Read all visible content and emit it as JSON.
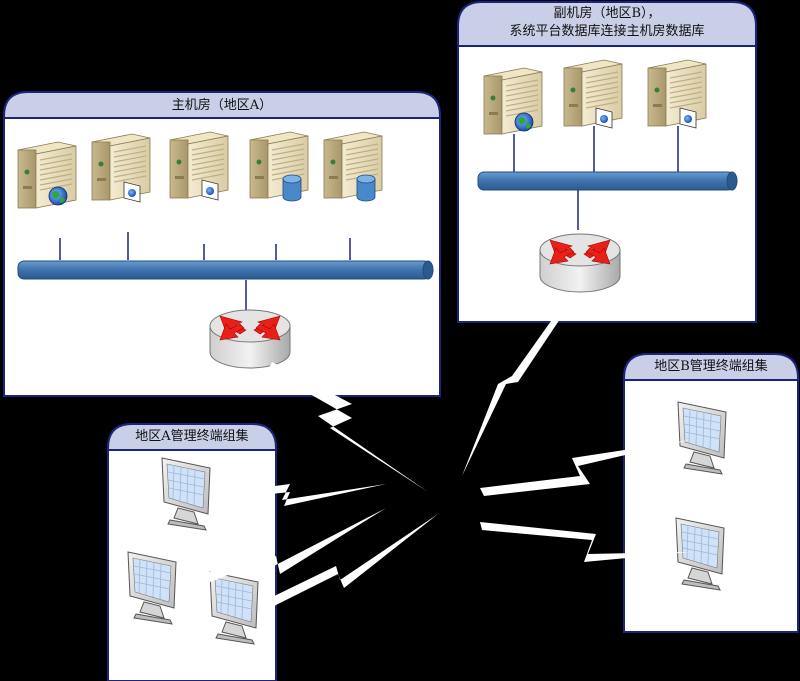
{
  "regions": {
    "main_room": {
      "title": "主机房（地区A）"
    },
    "backup_room": {
      "title_line1": "副机房（地区B），",
      "title_line2": "系统平台数据库连接主机房数据库"
    },
    "cluster_a": {
      "title": "地区A管理终端组集"
    },
    "cluster_b": {
      "title": "地区B管理终端组集"
    }
  },
  "colors": {
    "background": "#000000",
    "panel_fill": "#ffffff",
    "panel_header": "#c9cfe6",
    "panel_border": "#1a237e",
    "bus": "#4a7eb3",
    "router_arrow": "#e8201a",
    "lightning": "#ffffff"
  },
  "icons": {
    "main_servers": [
      "web-server-icon",
      "app-server-icon",
      "app-server-icon",
      "database-server-icon",
      "database-server-icon"
    ],
    "backup_servers": [
      "web-server-icon",
      "app-server-icon",
      "app-server-icon"
    ],
    "router": "router-icon",
    "terminal": "monitor-icon"
  }
}
